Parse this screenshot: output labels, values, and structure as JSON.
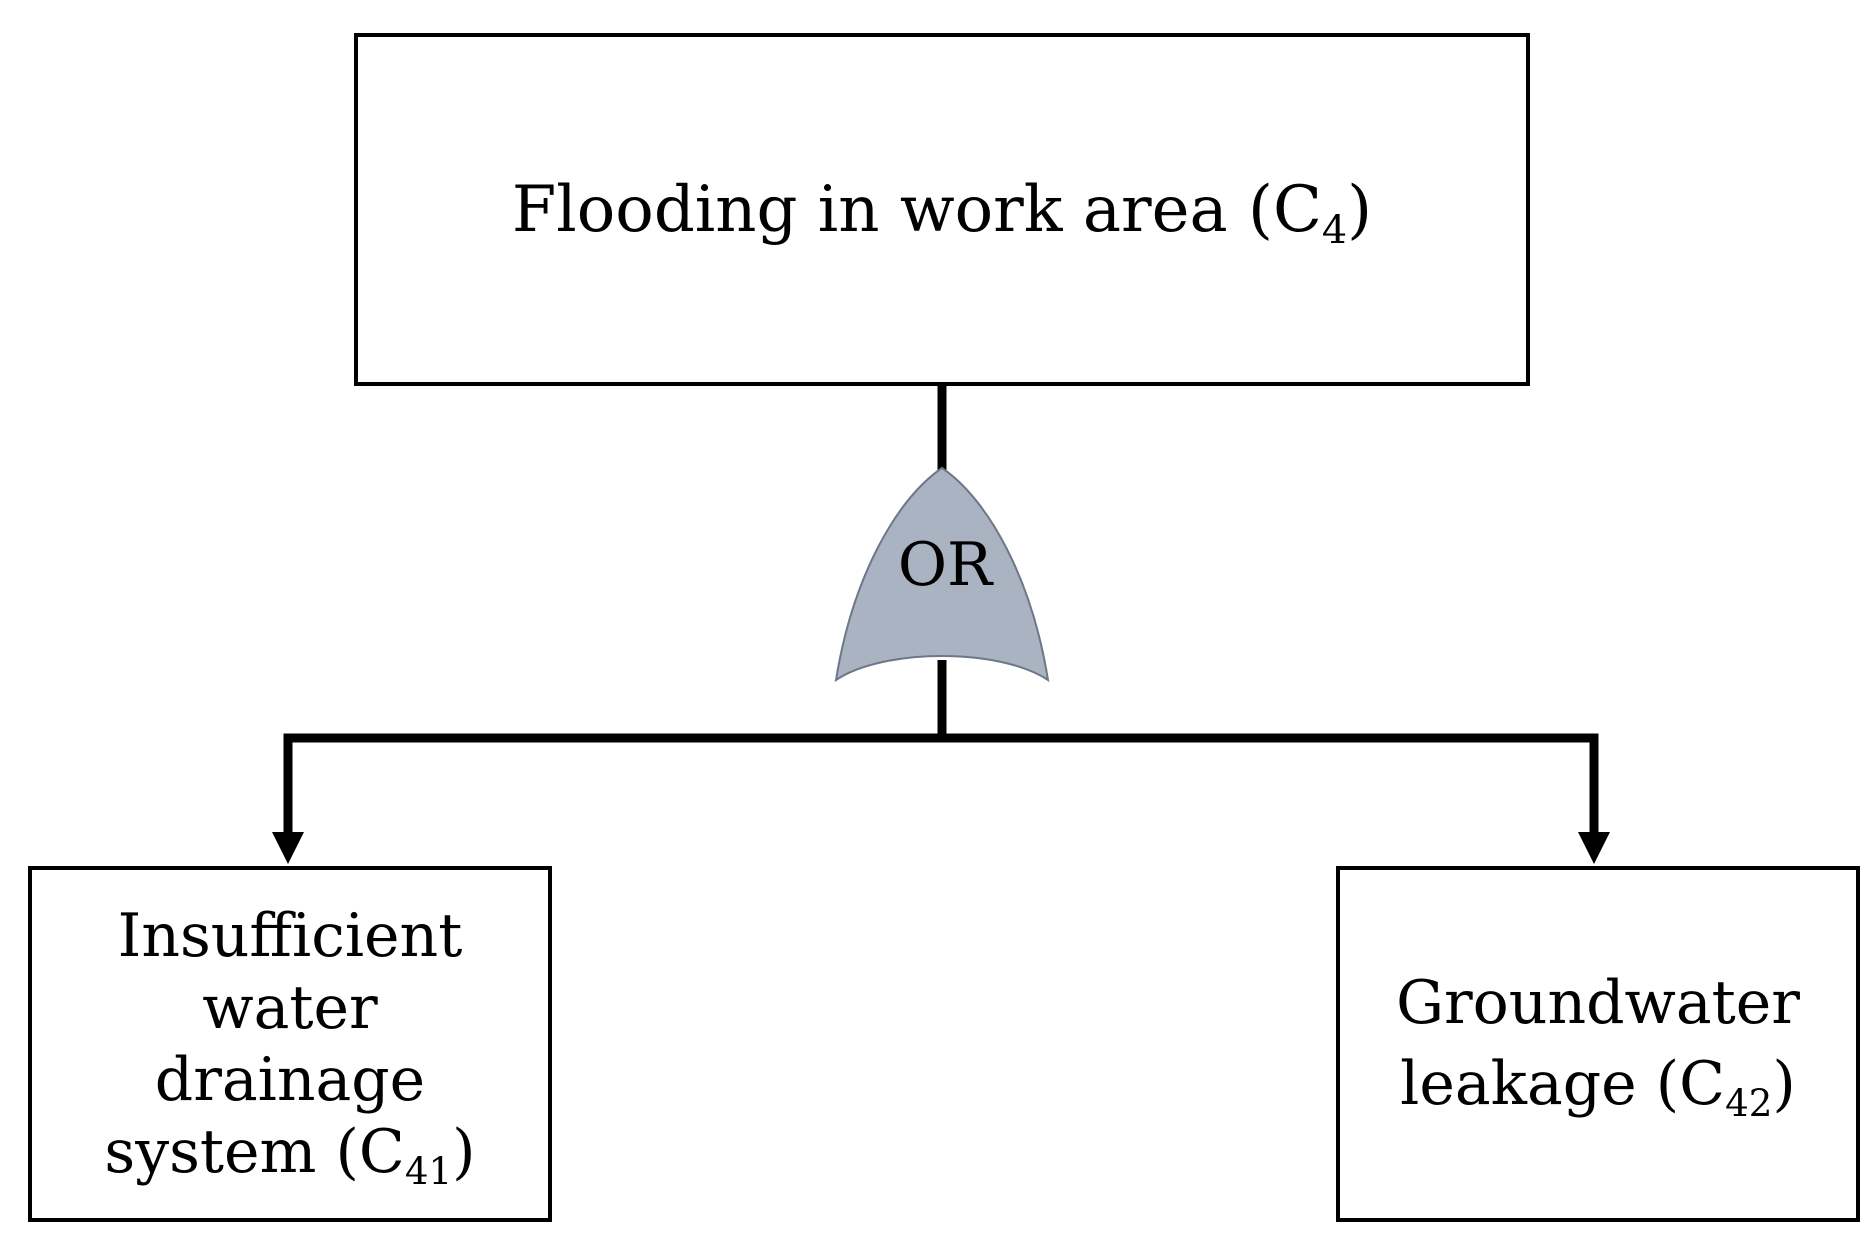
{
  "top_event": {
    "label": "Flooding in work area (C",
    "subscript": "4",
    "suffix": ")"
  },
  "gate": {
    "label": "OR",
    "fill_color": "#a9b3c2",
    "outline_color": "#6e7788"
  },
  "children": [
    {
      "lines": [
        "Insufficient",
        "water",
        "drainage",
        "system (C"
      ],
      "subscript": "41",
      "suffix": ")"
    },
    {
      "lines": [
        "Groundwater",
        "leakage (C"
      ],
      "subscript": "42",
      "suffix": ")"
    }
  ],
  "colors": {
    "line": "#000000",
    "box_border": "#000000",
    "background": "#ffffff"
  }
}
